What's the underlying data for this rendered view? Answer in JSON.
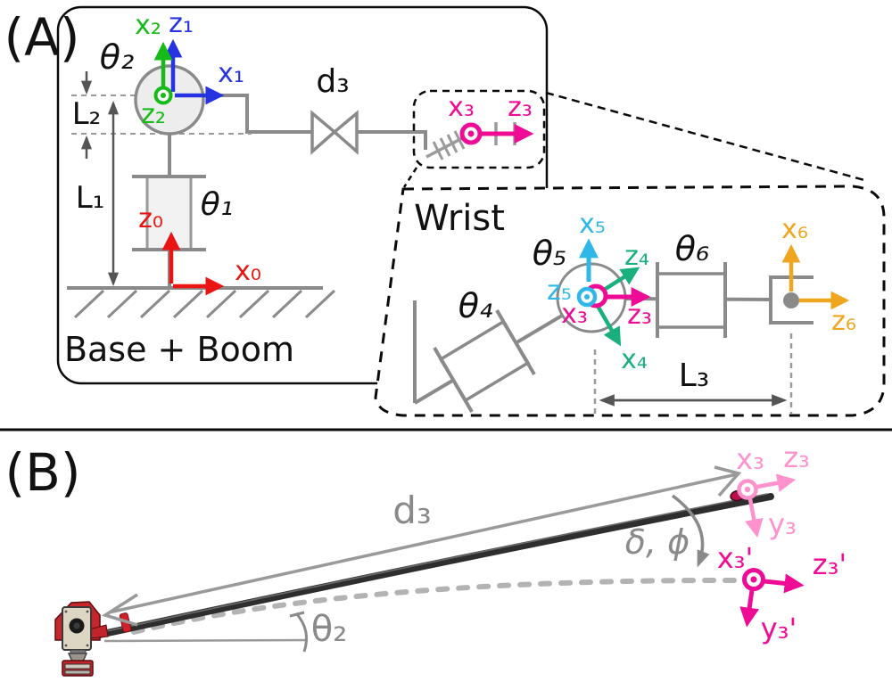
{
  "colors": {
    "red": "#e81512",
    "green": "#17bb17",
    "blue": "#2733e0",
    "magenta": "#ee0b96",
    "pink": "#ff92cd",
    "cyan": "#2eb7e8",
    "teal": "#19b07b",
    "orange": "#f0a51f",
    "linegray": "#8a8a8a",
    "dimgray": "#555555",
    "dashgray": "#b3b3b3",
    "boomdark": "#2e2e2e",
    "ink": "#0a0a0a"
  },
  "panel_a": {
    "label": "(A)",
    "caption": "Base + Boom",
    "theta1": "θ₁",
    "theta2": "θ₂",
    "d3": "d₃",
    "L1": "L₁",
    "L2": "L₂",
    "x0": "x₀",
    "z0": "z₀",
    "x1": "x₁",
    "z1": "z₁",
    "x2": "x₂",
    "z2": "z₂",
    "x3": "x₃",
    "z3": "z₃"
  },
  "wrist": {
    "title": "Wrist",
    "theta4": "θ₄",
    "theta5": "θ₅",
    "theta6": "θ₆",
    "L3": "L₃",
    "x3": "x₃",
    "z3": "z₃",
    "x4": "x₄",
    "z4": "z₄",
    "x5": "x₅",
    "z5": "z₅",
    "x6": "x₆",
    "z6": "z₆"
  },
  "panel_b": {
    "label": "(B)",
    "d3": "d₃",
    "theta2": "θ₂",
    "deflection": "δ, ϕ",
    "x3": "x₃",
    "z3": "z₃",
    "y3": "y₃",
    "x3p": "x₃'",
    "z3p": "z₃'",
    "y3p": "y₃'"
  }
}
